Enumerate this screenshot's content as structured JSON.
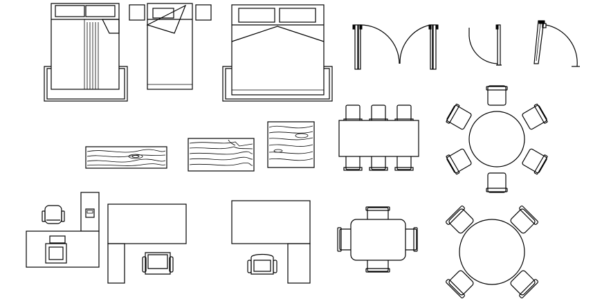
{
  "drawing": {
    "background_color": "#ffffff",
    "stroke_color": "#000000",
    "blocks": [
      {
        "name": "single-bed-with-rug",
        "kind": "bed"
      },
      {
        "name": "single-bed-with-nightstands",
        "kind": "bed"
      },
      {
        "name": "double-bed-with-rug",
        "kind": "bed"
      },
      {
        "name": "double-swing-door",
        "kind": "door"
      },
      {
        "name": "single-swing-door",
        "kind": "door"
      },
      {
        "name": "swing-door-with-frame",
        "kind": "door"
      },
      {
        "name": "wood-plank-long",
        "kind": "texture"
      },
      {
        "name": "wood-plank-medium",
        "kind": "texture"
      },
      {
        "name": "wood-plank-square",
        "kind": "texture"
      },
      {
        "name": "rectangular-dining-table-six-chairs",
        "kind": "dining-set"
      },
      {
        "name": "round-dining-table-six-chairs",
        "kind": "dining-set"
      },
      {
        "name": "office-desk-with-chair",
        "kind": "desk"
      },
      {
        "name": "l-shaped-desk-with-chair-left",
        "kind": "desk"
      },
      {
        "name": "l-shaped-desk-with-chair-right",
        "kind": "desk"
      },
      {
        "name": "square-table-four-chairs",
        "kind": "dining-set"
      },
      {
        "name": "round-table-four-chairs",
        "kind": "dining-set"
      }
    ]
  }
}
